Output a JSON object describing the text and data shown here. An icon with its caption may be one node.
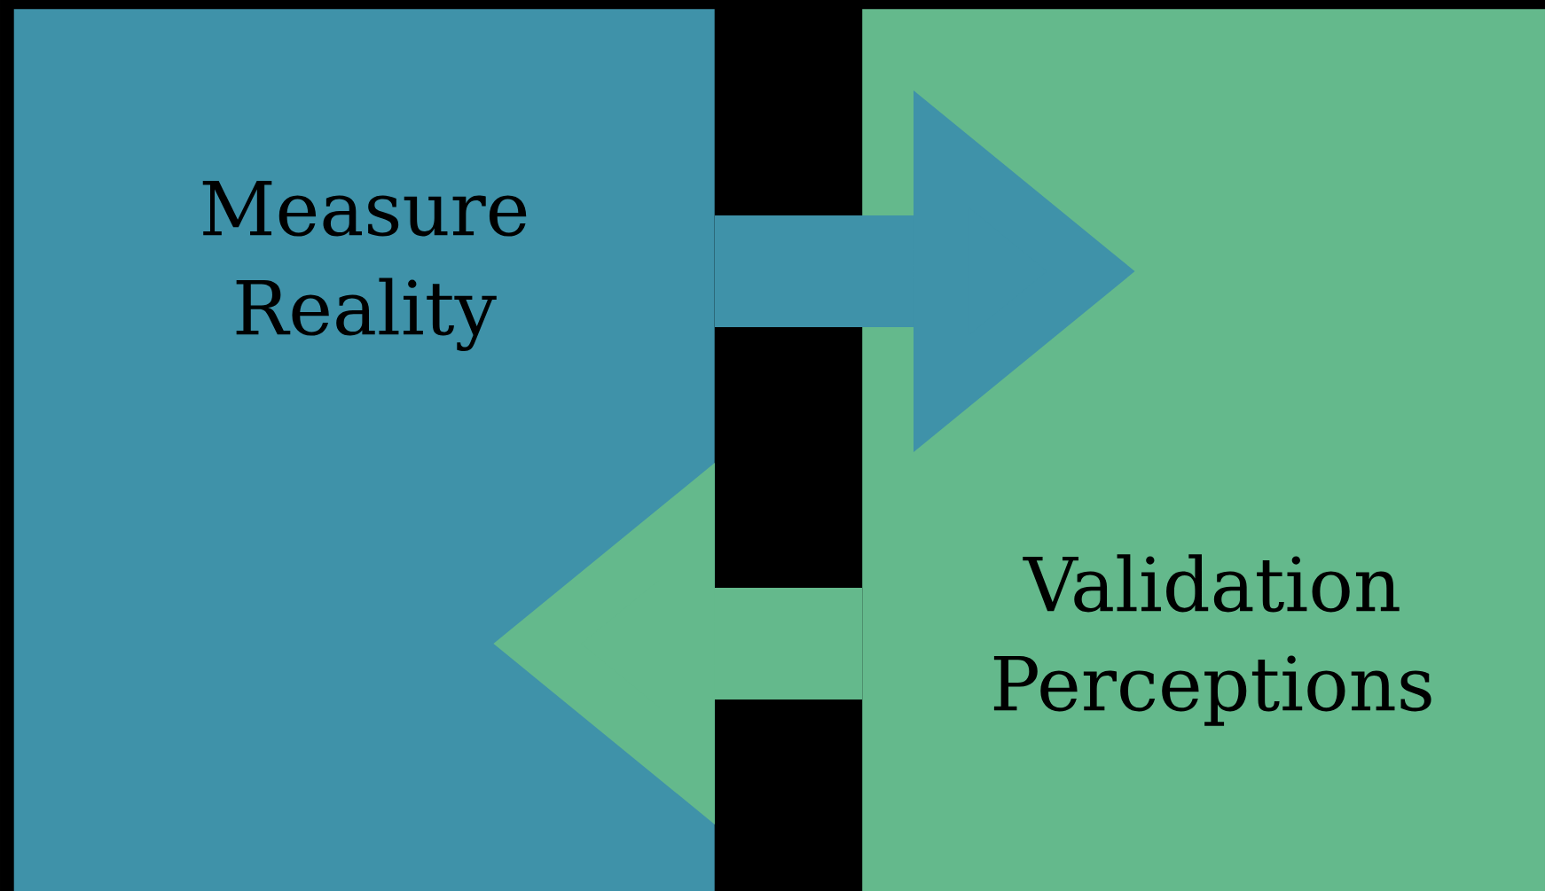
{
  "diagram": {
    "nodes": [
      {
        "text": [
          "Measure Reality"
        ]
      },
      {
        "text": [
          "Validation Perceptions"
        ]
      }
    ],
    "edges": [
      {
        "from": 0,
        "to": 1,
        "arrow": "to",
        "color": "#3f92a9"
      },
      {
        "from": 1,
        "to": 0,
        "arrow": "to",
        "color": "#64b98c"
      }
    ]
  }
}
